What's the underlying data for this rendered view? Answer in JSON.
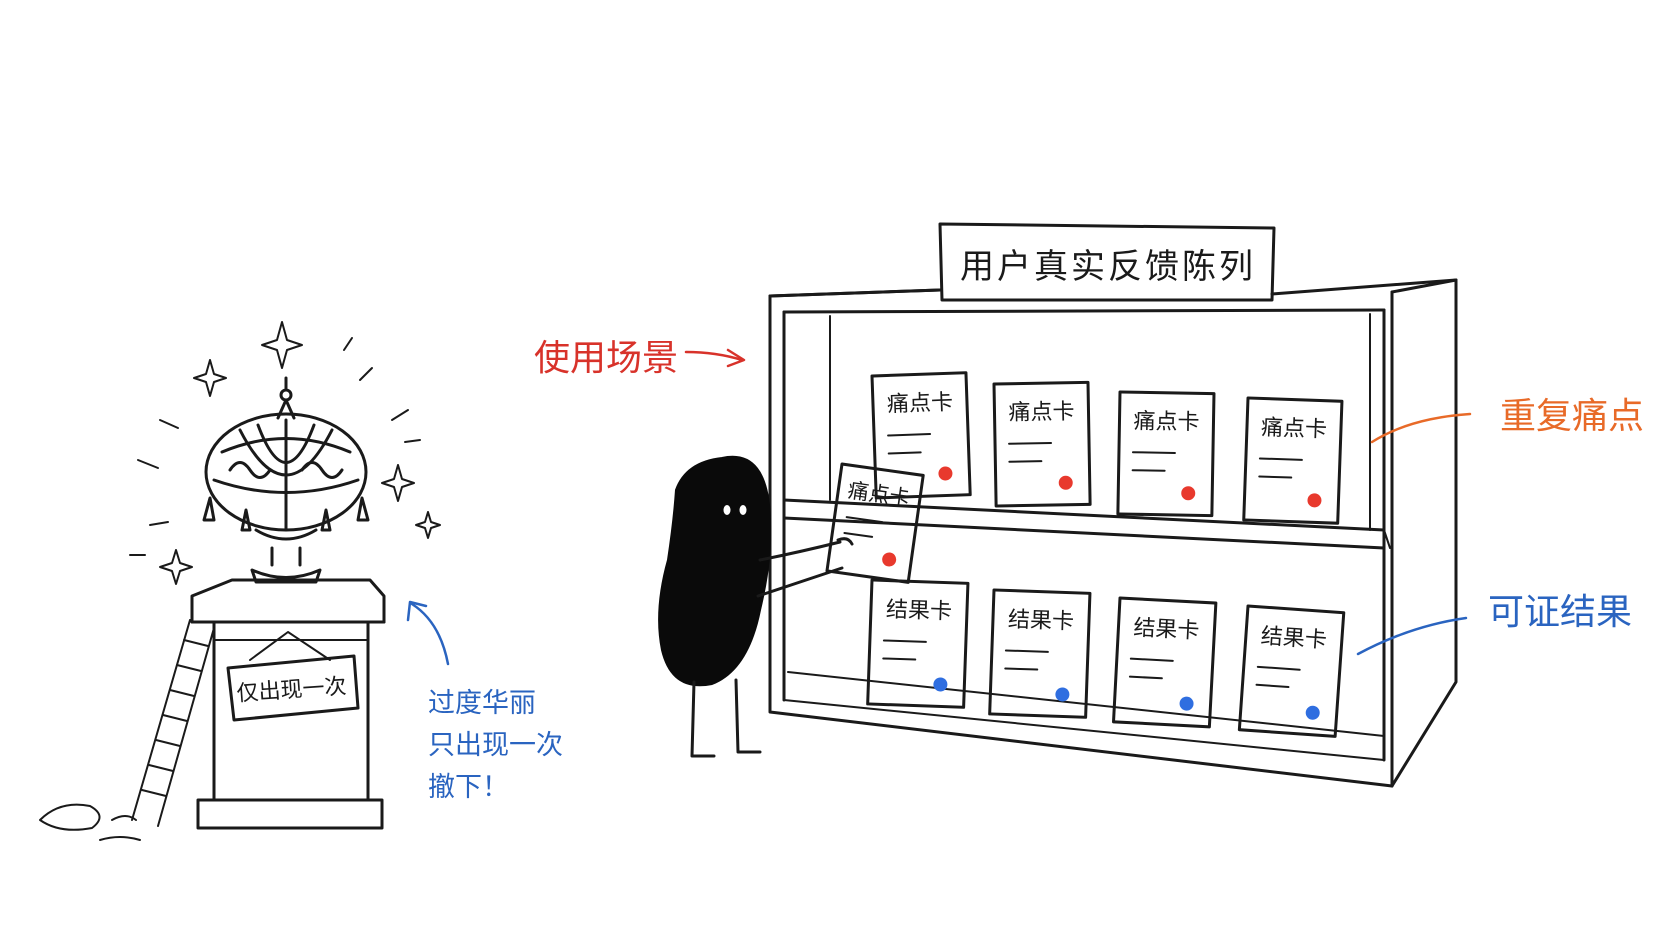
{
  "shelf": {
    "sign": "用户真实反馈陈列",
    "top_row_label": "痛点卡",
    "bottom_row_label": "结果卡",
    "held_card_label": "痛点卡"
  },
  "annotations": {
    "usage_scene": "使用场景",
    "repeated_pain": "重复痛点",
    "provable_results": "可证结果",
    "pedestal_tag": "仅出现一次",
    "removed_note": [
      "过度华丽",
      "只出现一次",
      "撤下！"
    ]
  },
  "colors": {
    "ink": "#1a1a1a",
    "red_label": "#d8322a",
    "orange_label": "#e86a28",
    "blue_label": "#2a64c0",
    "red_dot": "#e8392d",
    "blue_dot": "#2f6ee0",
    "character": "#0a0a0a"
  }
}
